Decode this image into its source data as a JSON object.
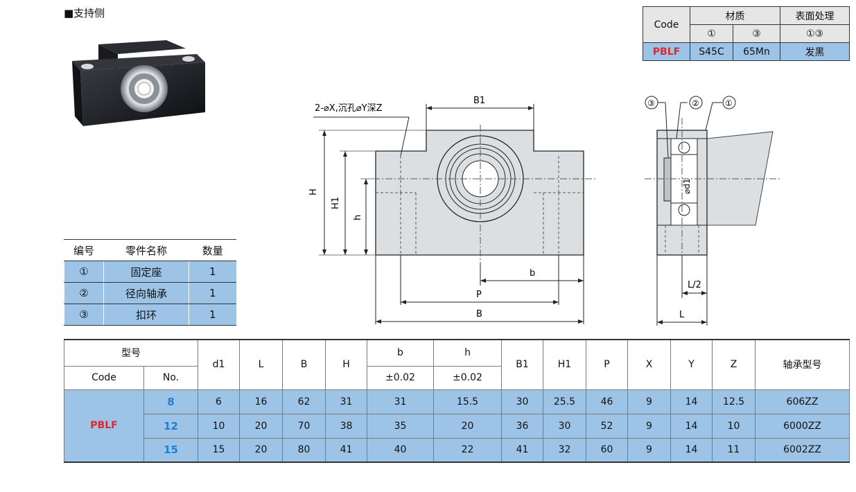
{
  "section_title": "■支持侧",
  "material_table": {
    "code_label": "Code",
    "material_label": "材质",
    "surface_label": "表面处理",
    "mat_col1": "①",
    "mat_col2": "③",
    "surface_col": "①③",
    "row": {
      "code": "PBLF",
      "mat1": "S45C",
      "mat2": "65Mn",
      "surface": "发黑"
    }
  },
  "parts_table": {
    "headers": [
      "编号",
      "零件名称",
      "数量"
    ],
    "rows": [
      {
        "no": "①",
        "name": "固定座",
        "qty": "1"
      },
      {
        "no": "②",
        "name": "径向轴承",
        "qty": "1"
      },
      {
        "no": "③",
        "name": "扣环",
        "qty": "1"
      }
    ]
  },
  "drawing": {
    "hole_note": "2-⌀X,沉孔⌀Y深Z",
    "dims": {
      "B1": "B1",
      "H": "H",
      "H1": "H1",
      "h": "h",
      "b": "b",
      "P": "P",
      "B": "B",
      "L_half": "L/2",
      "L": "L",
      "d1": "⌀d1"
    },
    "callouts": [
      "③",
      "②",
      "①"
    ]
  },
  "spec_table": {
    "model_label": "型号",
    "code_label": "Code",
    "no_label": "No.",
    "headers": [
      "d1",
      "L",
      "B",
      "H",
      "b",
      "h",
      "B1",
      "H1",
      "P",
      "X",
      "Y",
      "Z",
      "轴承型号"
    ],
    "b_tol": "±0.02",
    "h_tol": "±0.02",
    "code": "PBLF",
    "rows": [
      {
        "no": "8",
        "values": [
          "6",
          "16",
          "62",
          "31",
          "31",
          "15.5",
          "30",
          "25.5",
          "46",
          "9",
          "14",
          "12.5",
          "606ZZ"
        ]
      },
      {
        "no": "12",
        "values": [
          "10",
          "20",
          "70",
          "38",
          "35",
          "20",
          "36",
          "30",
          "52",
          "9",
          "14",
          "10",
          "6000ZZ"
        ]
      },
      {
        "no": "15",
        "values": [
          "15",
          "20",
          "80",
          "41",
          "40",
          "22",
          "41",
          "32",
          "60",
          "9",
          "14",
          "11",
          "6002ZZ"
        ]
      }
    ]
  }
}
